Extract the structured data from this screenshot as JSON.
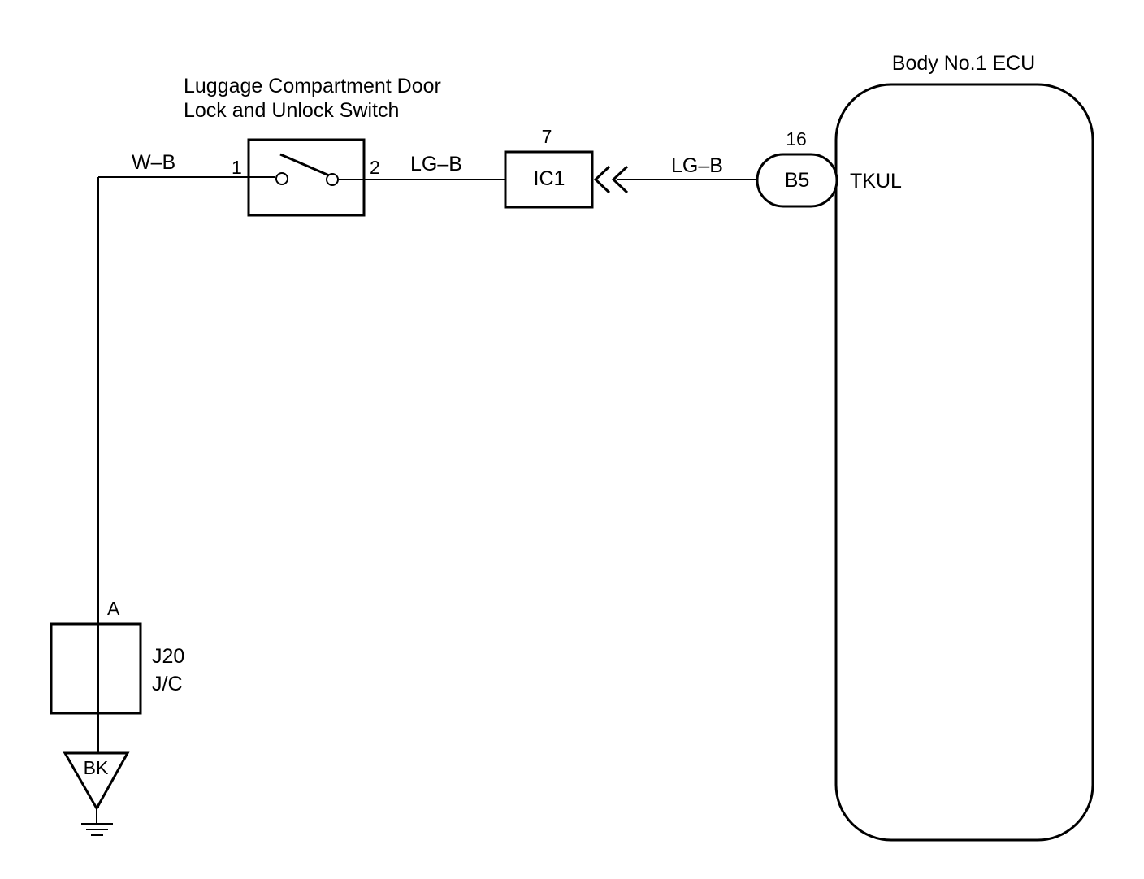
{
  "switch": {
    "title_line1": "Luggage Compartment Door",
    "title_line2": "Lock and Unlock Switch",
    "pin_left": "1",
    "pin_right": "2"
  },
  "wires": {
    "left_color": "W–B",
    "mid_color": "LG–B",
    "right_color": "LG–B"
  },
  "connector_ic1": {
    "label": "IC1",
    "pin": "7"
  },
  "ecu": {
    "title": "Body No.1 ECU",
    "connector": "B5",
    "pin": "16",
    "terminal": "TKUL"
  },
  "junction": {
    "pin": "A",
    "name": "J20",
    "type": "J/C"
  },
  "ground": {
    "label": "BK"
  }
}
